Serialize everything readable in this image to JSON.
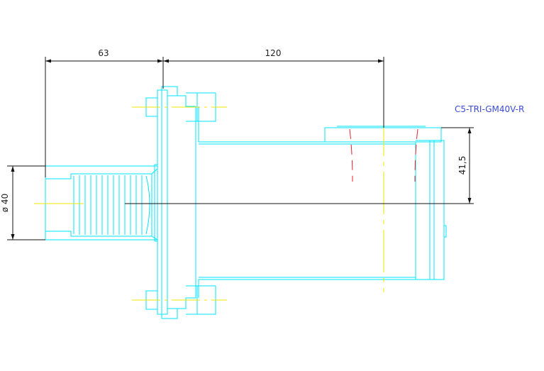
{
  "drawing": {
    "title": "C5-TRI-GM40V-R",
    "dimensions": {
      "length_left": "63",
      "length_right": "120",
      "diameter": "ø 40",
      "height_offset": "41,5"
    }
  },
  "colors": {
    "background": "#ffffff",
    "outline": "#00e5ff",
    "centerline": "#f2e600",
    "dimension": "#111111",
    "hidden_thread": "#e8202a",
    "title": "#3a4cd6"
  }
}
